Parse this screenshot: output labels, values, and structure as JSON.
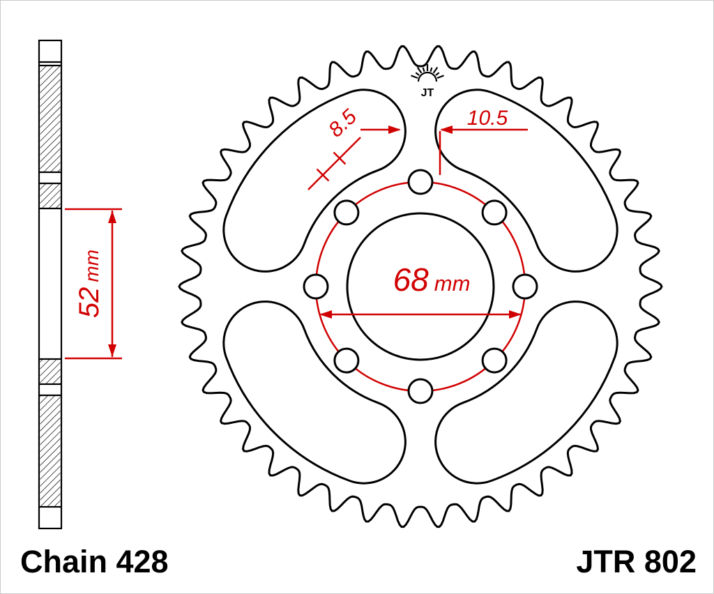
{
  "colors": {
    "ink": "#000000",
    "accent_red": "#d10000",
    "background": "#ffffff"
  },
  "labels": {
    "chain_standard": "Chain 428",
    "part_number": "JTR 802"
  },
  "logo": {
    "text": "JT"
  },
  "dimensions": {
    "side_width_value": "52",
    "side_width_unit": "mm",
    "hole_diameter": "8.5",
    "slot_width": "10.5",
    "bolt_circle_value": "68",
    "bolt_circle_unit": "mm"
  }
}
